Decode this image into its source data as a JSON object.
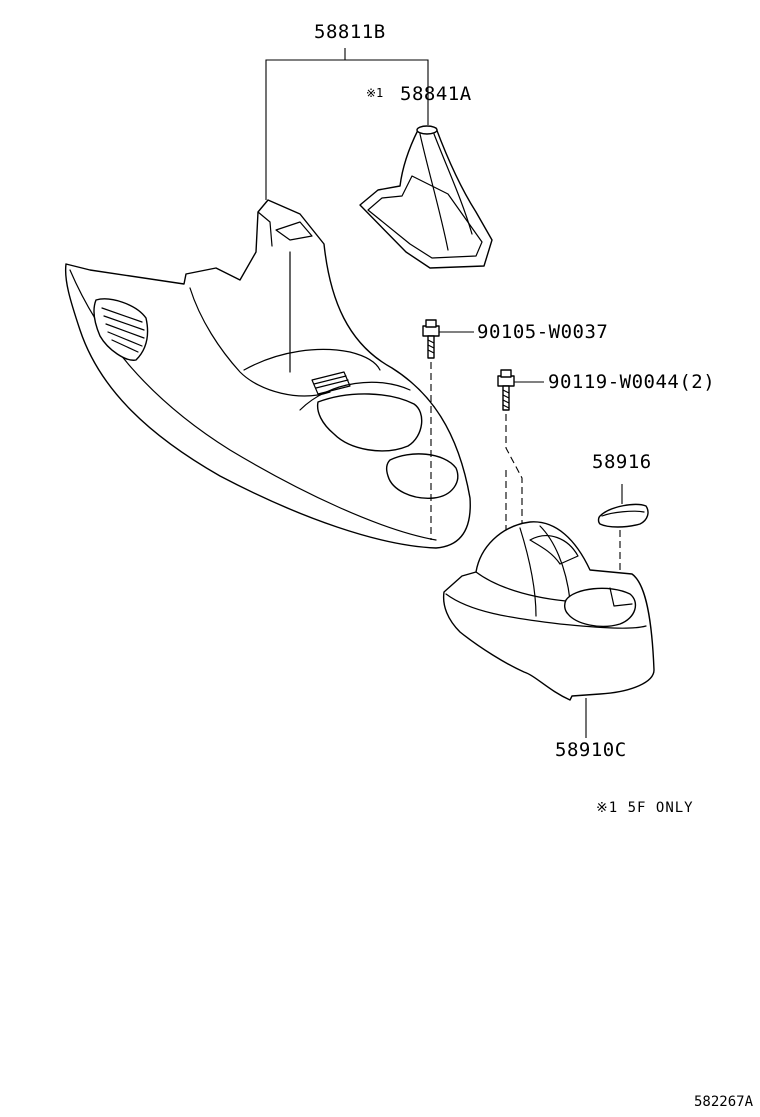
{
  "parts": {
    "console_upper": "58811B",
    "shift_boot_mark": "※1",
    "shift_boot": "58841A",
    "screw_a": "90105-W0037",
    "screw_b": "90119-W0044(2)",
    "cap": "58916",
    "console_rear": "58910C"
  },
  "note": {
    "mark": "※1",
    "text": "5F ONLY"
  },
  "diagram_code": "582267A"
}
